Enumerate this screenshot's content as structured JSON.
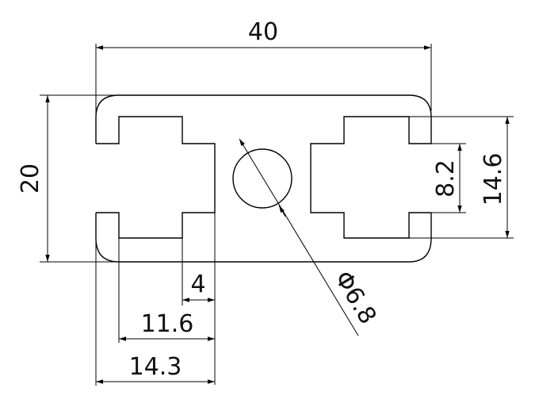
{
  "diagram": {
    "type": "technical-drawing",
    "subject": "aluminium-profile-cross-section",
    "stroke_color": "#000000",
    "background_color": "#ffffff"
  },
  "dimensions": {
    "overall_width": "40",
    "overall_height": "20",
    "slot_outer_height": "14.6",
    "slot_inner_height": "8.2",
    "hole_diameter": "Φ6.8",
    "slot_depth": "4",
    "slot_width_inner": "11.6",
    "slot_width_outer": "14.3"
  }
}
